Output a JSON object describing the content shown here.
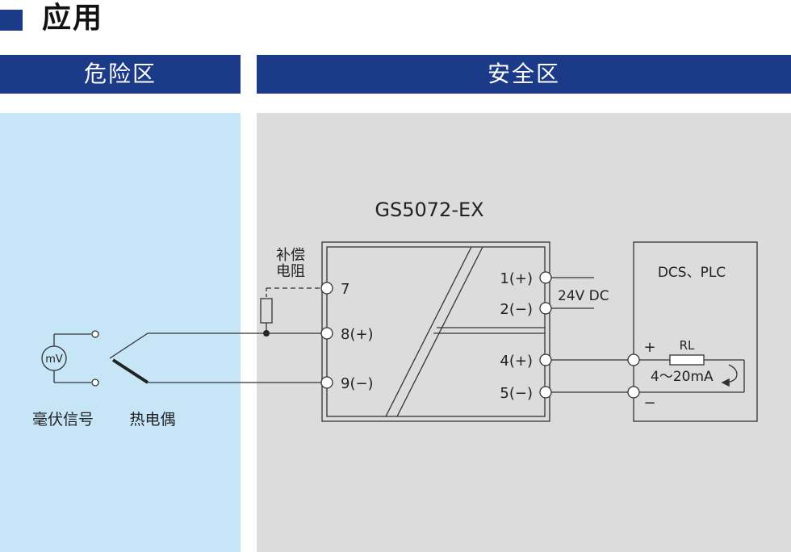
{
  "page": {
    "title": "应用"
  },
  "zones": {
    "danger": "危险区",
    "safe": "安全区"
  },
  "diagram": {
    "device_name": "GS5072-EX",
    "comp_resistor_label_line1": "补偿",
    "comp_resistor_label_line2": "电阻",
    "terminals": {
      "t7": "7",
      "t8": "8(+)",
      "t9": "9(−)",
      "t1": "1(+)",
      "t2": "2(−)",
      "t4": "4(+)",
      "t5": "5(−)"
    },
    "power_label": "24V  DC",
    "receiver_label": "DCS、PLC",
    "load_label": "RL",
    "plus_sign": "+",
    "minus_sign": "−",
    "current_label": "4～20mA",
    "mv_meter_label": "mV",
    "mv_signal_label": "毫伏信号",
    "thermocouple_label": "热电偶"
  },
  "colors": {
    "header_bg": "#1b3a87",
    "danger_bg": "#c6e5f7",
    "safe_bg": "#dcdcdc",
    "line": "#333333"
  }
}
